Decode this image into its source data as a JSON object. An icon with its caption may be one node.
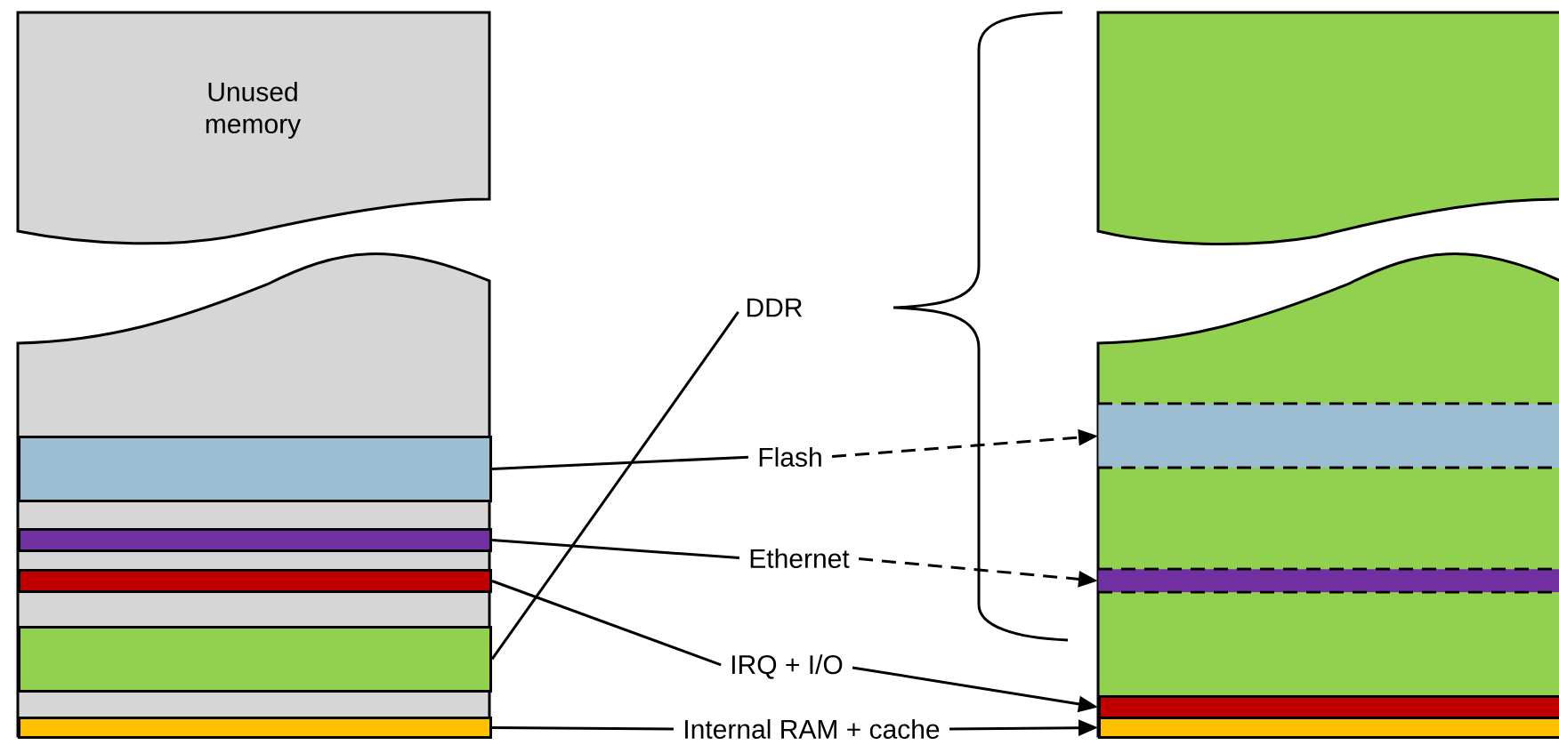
{
  "diagram": {
    "nodes": [
      {
        "text": [
          "Unused memory"
        ]
      },
      {
        "text": [],
        "shape": "bar"
      },
      {
        "text": [],
        "shape": "bar"
      },
      {
        "text": [],
        "shape": "bar"
      },
      {
        "text": [],
        "shape": "bar"
      },
      {
        "text": [],
        "shape": "bar"
      },
      {
        "text": [
          "DDR"
        ]
      },
      {
        "text": [
          "Flash"
        ]
      },
      {
        "text": [
          "Ethernet"
        ]
      },
      {
        "text": [
          "IRQ + I/O"
        ]
      },
      {
        "text": [
          "Internal RAM + cache"
        ]
      },
      {
        "text": [],
        "shape": "bar"
      },
      {
        "text": [],
        "shape": "bar"
      },
      {
        "text": [],
        "shape": "bar"
      },
      {
        "text": [],
        "shape": "bar"
      }
    ],
    "edges": [
      {
        "from": 6,
        "to": 4,
        "arrow": "none"
      },
      {
        "from": 7,
        "to": 1,
        "arrow": "none"
      },
      {
        "from": 8,
        "to": 2,
        "arrow": "none"
      },
      {
        "from": 9,
        "to": 3,
        "arrow": "none"
      },
      {
        "from": 10,
        "to": 5,
        "arrow": "none"
      },
      {
        "from": 7,
        "to": 11,
        "arrow": "to",
        "style": "dashed"
      },
      {
        "from": 8,
        "to": 12,
        "arrow": "to",
        "style": "dashed"
      },
      {
        "from": 9,
        "to": 13,
        "arrow": "to"
      },
      {
        "from": 10,
        "to": 14,
        "arrow": "to"
      }
    ]
  }
}
